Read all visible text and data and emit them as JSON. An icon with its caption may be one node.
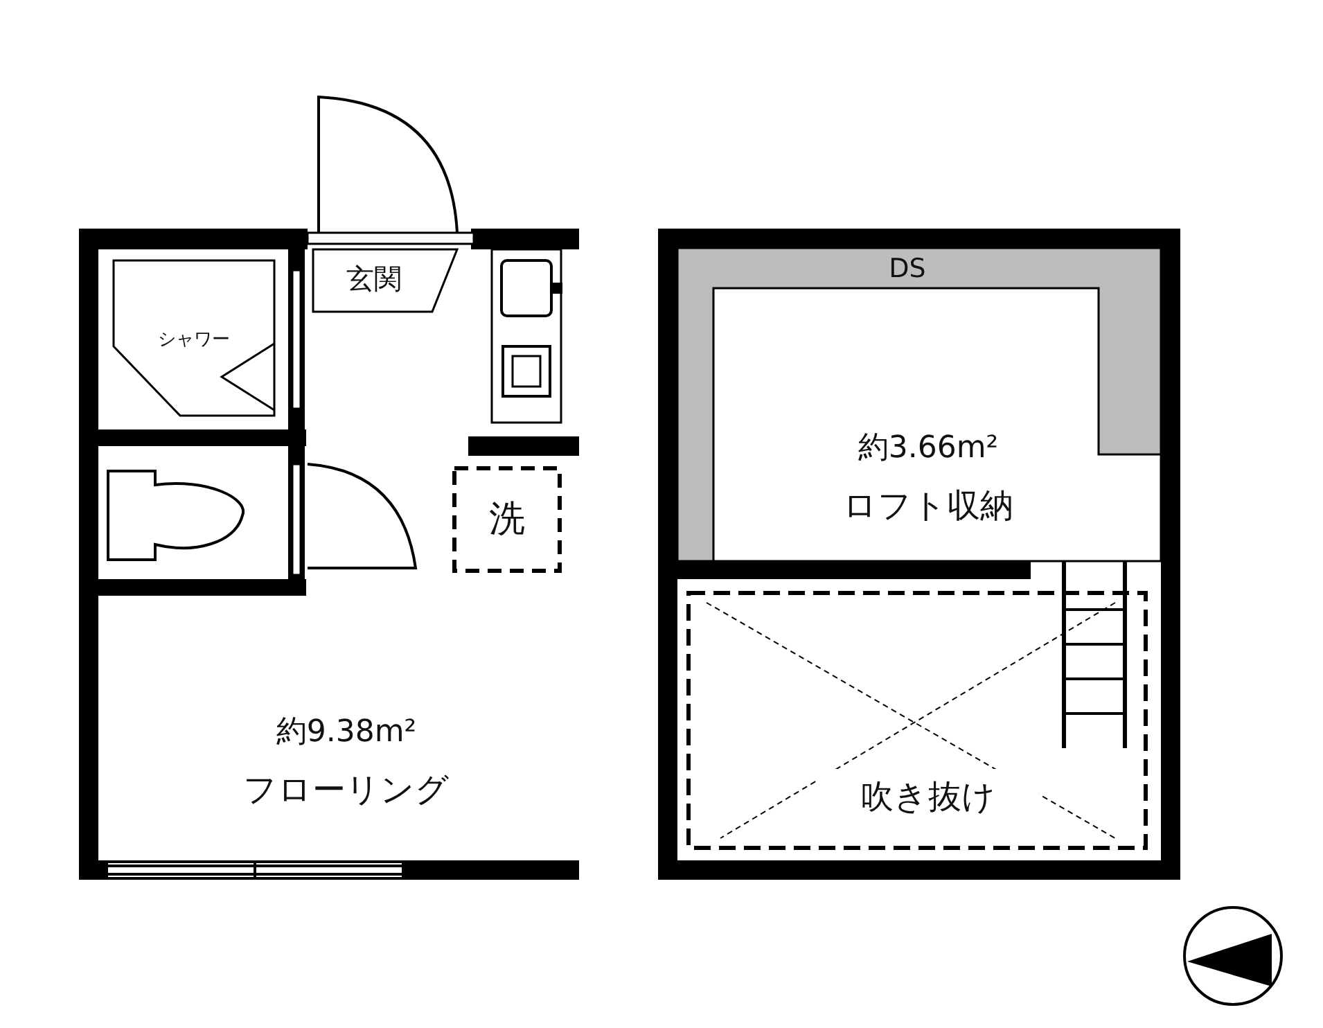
{
  "diagram": {
    "nodes": [
      {
        "text": [
          "シャワー"
        ]
      },
      {
        "text": [
          "玄関"
        ]
      },
      {
        "text": [
          "洗"
        ]
      },
      {
        "text": [
          "約9.38m²",
          "フローリング"
        ]
      },
      {
        "text": [
          "DS"
        ]
      },
      {
        "text": [
          "約3.66m²",
          "ロフト収納"
        ]
      },
      {
        "text": [
          "吹き抜け"
        ]
      }
    ]
  }
}
